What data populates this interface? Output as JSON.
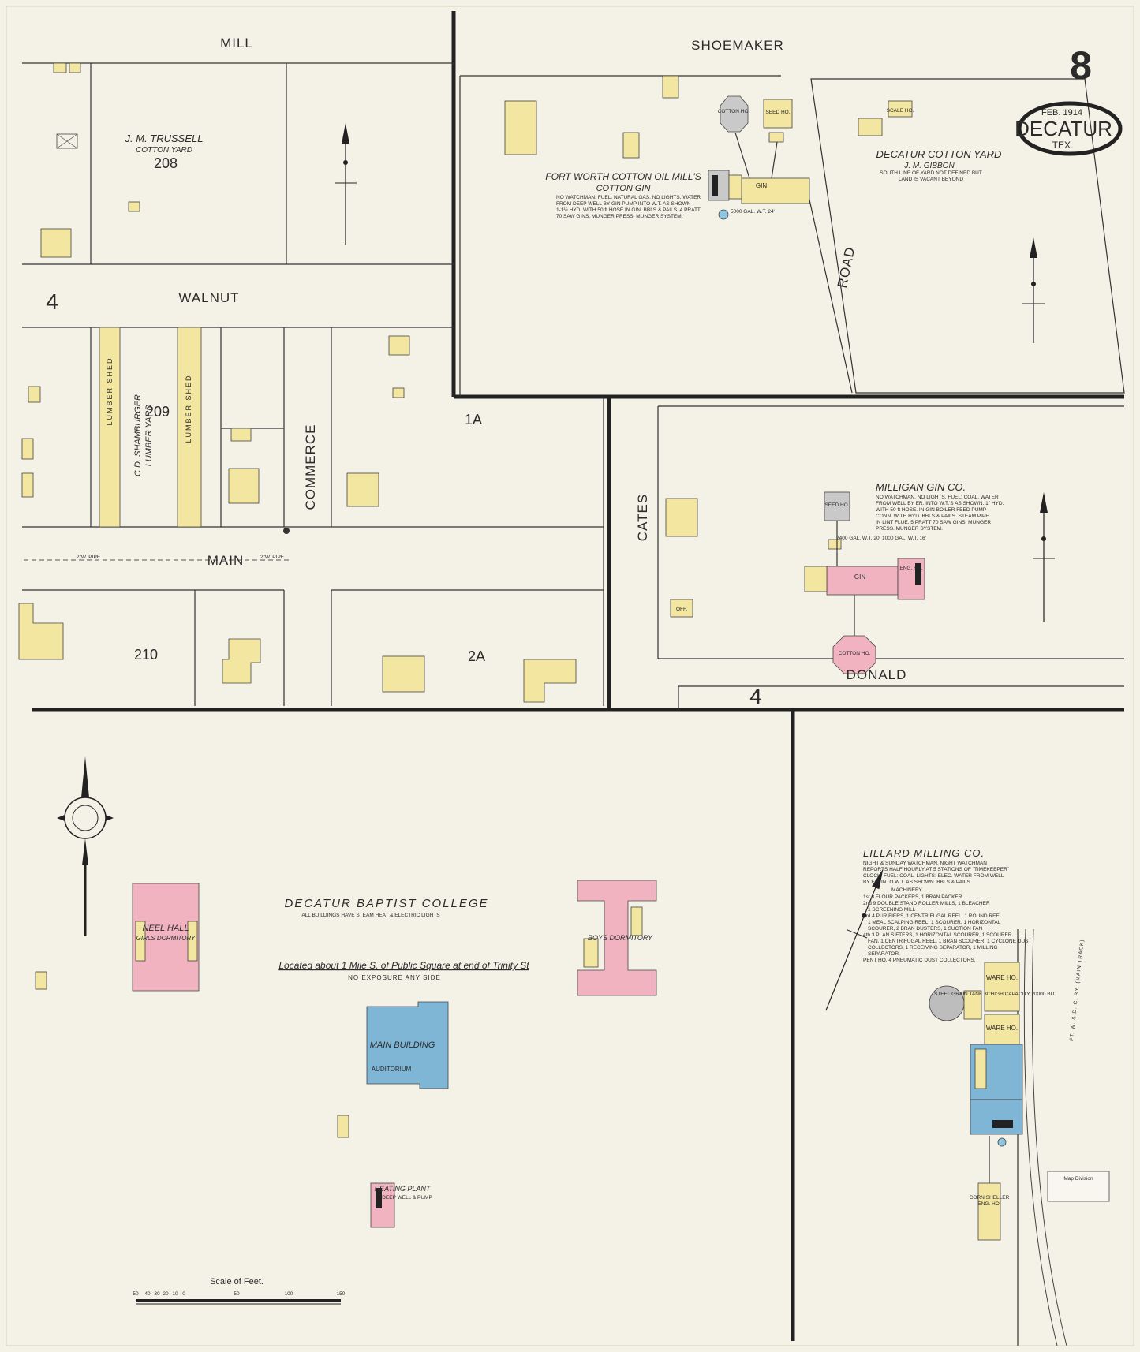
{
  "sheet": {
    "number": "8",
    "date": "FEB. 1914",
    "city": "DECATUR",
    "state": "TEX."
  },
  "streets": {
    "mill": "MILL",
    "walnut": "WALNUT",
    "main": "MAIN",
    "commerce": "COMMERCE",
    "shoemaker": "SHOEMAKER",
    "road": "ROAD",
    "cates": "CATES",
    "donald": "DONALD"
  },
  "blocks": {
    "b208": "208",
    "b209": "209",
    "b210": "210",
    "b1a": "1A",
    "b2a": "2A",
    "sheet4a": "4",
    "sheet4b": "4"
  },
  "labels": {
    "trussell_name": "J. M. TRUSSELL",
    "trussell_use": "COTTON YARD",
    "shamburger_name": "C.D. SHAMBURGER",
    "shamburger_use": "LUMBER YARD",
    "lumber_shed": "LUMBER SHED",
    "cw_pipe_left": "2\"W. PIPE",
    "cw_pipe_right": "2\"W. PIPE",
    "fw_title": "FORT WORTH COTTON OIL MILL'S",
    "fw_sub": "COTTON GIN",
    "fw_note1": "NO WATCHMAN. FUEL: NATURAL GAS. NO LIGHTS. WATER",
    "fw_note2": "FROM DEEP WELL BY GIN PUMP INTO W.T. AS SHOWN",
    "fw_note3": "1-1½ HYD. WITH 50 ft HOSE IN GIN. BBLS & PAILS. 4 PRATT",
    "fw_note4": "70 SAW GINS. MUNGER PRESS. MUNGER SYSTEM.",
    "fw_tank": "5000 GAL. W.T. 24'",
    "decatur_cy_title": "DECATUR COTTON YARD",
    "decatur_cy_owner": "J. M. GIBBON",
    "decatur_cy_note1": "SOUTH LINE OF YARD NOT DEFINED BUT",
    "decatur_cy_note2": "LAND IS VACANT BEYOND",
    "scale_ho": "SCALE HO.",
    "milligan_title": "MILLIGAN GIN CO.",
    "milligan_note1": "NO WATCHMAN. NO LIGHTS. FUEL: COAL. WATER",
    "milligan_note2": "FROM WELL BY ER. INTO W.T.'S AS SHOWN. 1\" HYD.",
    "milligan_note3": "WITH 50 ft HOSE. IN GIN BOILER FEED PUMP",
    "milligan_note4": "CONN. WITH HYD. BBLS & PAILS. STEAM PIPE",
    "milligan_note5": "IN LINT FLUE. 5 PRATT 70 SAW GINS. MUNGER",
    "milligan_note6": "PRESS. MUNGER SYSTEM.",
    "milligan_tank1": "2400 GAL. W.T. 20'",
    "milligan_tank2": "1000 GAL. W.T. 16'",
    "cotton_ho": "COTTON HO.",
    "seed_ho": "SEED HO.",
    "gin": "GIN",
    "eng_ho": "ENG. HO.",
    "office": "OFF.",
    "college_title": "DECATUR BAPTIST COLLEGE",
    "college_note": "ALL BUILDINGS HAVE STEAM HEAT & ELECTRIC LIGHTS",
    "college_location": "Located about 1 Mile S. of Public Square at end of Trinity St",
    "college_exposure": "NO EXPOSURE ANY SIDE",
    "neel_hall": "NEEL HALL",
    "girls_dorm": "GIRLS DORMITORY",
    "boys_dorm": "BOYS DORMITORY",
    "main_building": "MAIN BUILDING",
    "auditorium": "AUDITORIUM",
    "heating_plant": "HEATING PLANT",
    "heating_note": "DEEP WELL & PUMP",
    "lillard_title": "LILLARD MILLING CO.",
    "lillard_note1": "NIGHT & SUNDAY WATCHMAN. NIGHT WATCHMAN",
    "lillard_note2": "REPORTS HALF HOURLY AT 5 STATIONS OF \"TIMEKEEPER\"",
    "lillard_note3": "CLOCK. FUEL: COAL. LIGHTS: ELEC. WATER FROM WELL",
    "lillard_note4": "BY ER. INTO W.T. AS SHOWN. BBLS & PAILS.",
    "lillard_machinery": "MACHINERY",
    "lillard_m1": "1st 3 FLOUR PACKERS, 1 BRAN PACKER",
    "lillard_m2": "2nd 9 DOUBLE STAND ROLLER MILLS, 1 BLEACHER",
    "lillard_m3": "1 SCREENING MILL",
    "lillard_m4": "3rd 4 PURIFIERS, 1 CENTRIFUGAL REEL, 1 ROUND REEL",
    "lillard_m5": "1 MEAL SCALPING REEL, 1 SCOURER, 1 HORIZONTAL",
    "lillard_m6": "SCOURER, 2 BRAN DUSTERS, 1 SUCTION FAN",
    "lillard_m7": "4th 3 PLAN SIFTERS, 1 HORIZONTAL SCOURER, 1 SCOURER",
    "lillard_m8": "FAN, 1 CENTRIFUGAL REEL, 1 BRAN SCOURER, 1 CYCLONE DUST",
    "lillard_m9": "COLLECTORS, 1 RECEIVING SEPARATOR, 1 MILLING",
    "lillard_m10": "SEPARATOR.",
    "lillard_m11": "PENT HO. 4 PNEUMATIC DUST COLLECTORS.",
    "ware_ho": "WARE HO.",
    "steel_tank": "STEEL GRAIN TANK 30'HIGH CAPACITY 20000 BU.",
    "corn_sheller": "CORN SHELLER",
    "railway": "FT. W. & D. C. RY. (MAIN TRACK)",
    "stamp": "Map Division",
    "scale_title": "Scale of Feet.",
    "scale_ticks": [
      "50",
      "40",
      "30",
      "20",
      "10",
      "0",
      "50",
      "100",
      "150"
    ]
  },
  "colors": {
    "paper": "#f4f1e6",
    "frame_brick": "#f2e6a0",
    "brick": "#f1b3c0",
    "stone": "#7fb6d6",
    "ink": "#2b2b2b"
  }
}
